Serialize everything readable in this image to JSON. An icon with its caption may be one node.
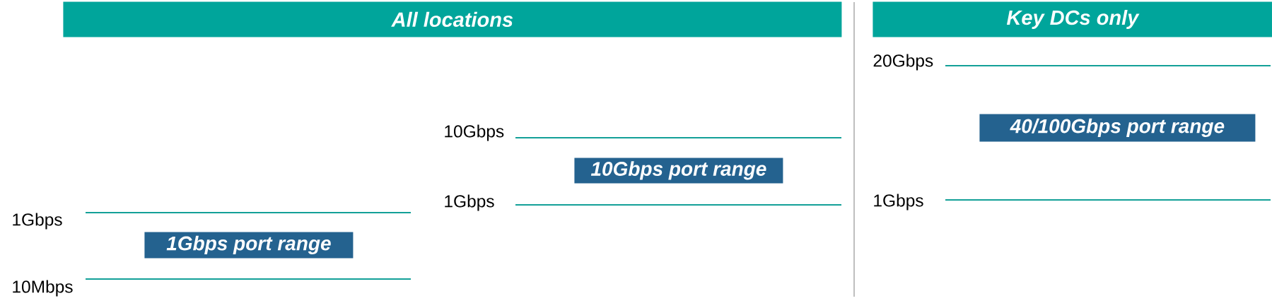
{
  "diagram": {
    "nodes": [
      {
        "text": [
          "All locations"
        ]
      },
      {
        "text": [
          "Key DCs only"
        ]
      },
      {
        "text": [
          "1Gbps port range"
        ]
      },
      {
        "text": [
          "10Gbps port range"
        ]
      },
      {
        "text": [
          "40/100Gbps port range"
        ]
      }
    ],
    "labels": [
      "1Gbps",
      "10Mbps",
      "10Gbps",
      "1Gbps",
      "20Gbps",
      "1Gbps"
    ]
  }
}
